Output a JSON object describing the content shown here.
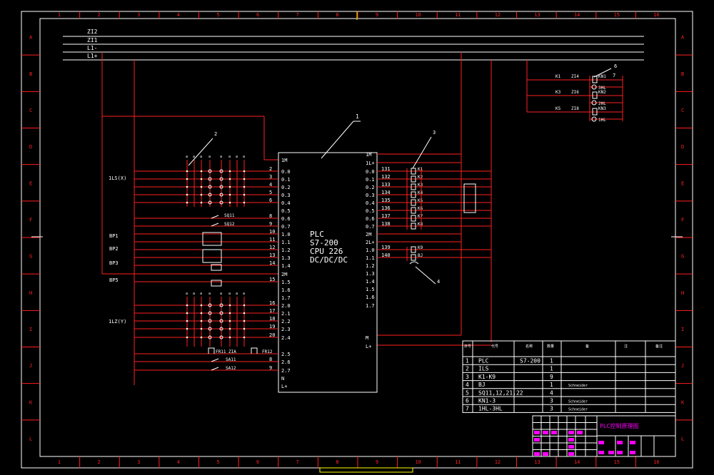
{
  "colors": {
    "background": "#000000",
    "frame": "#ffffff",
    "wire": "#ff2020",
    "tick": "#ff2020",
    "magenta": "#ff00ff",
    "yellow": "#ffff00"
  },
  "frame": {
    "columns": [
      "1",
      "2",
      "3",
      "4",
      "5",
      "6",
      "7",
      "8",
      "9",
      "10",
      "11",
      "12",
      "13",
      "14",
      "15",
      "16"
    ],
    "rows": [
      "A",
      "B",
      "C",
      "D",
      "E",
      "F",
      "G",
      "H",
      "I",
      "J",
      "K",
      "L"
    ]
  },
  "buses": [
    "ZI2",
    "ZI1",
    "L1-",
    "L1+"
  ],
  "plc": {
    "ref": "1",
    "label_lines": [
      "PLC",
      "S7-200",
      "CPU 226",
      "DC/DC/DC"
    ]
  },
  "refs": {
    "r2": "2",
    "r3": "3",
    "r4": "4",
    "r6": "6",
    "r7": "7"
  },
  "inputs_left": {
    "pins": [
      "1M",
      "0.0",
      "0.1",
      "0.2",
      "0.3",
      "0.4",
      "0.5",
      "0.6",
      "0.7",
      "1.0",
      "1.1",
      "1.2",
      "1.3",
      "1.4",
      "2M",
      "1.5",
      "1.6",
      "1.7",
      "2.0",
      "2.1",
      "2.2",
      "2.3",
      "2.4",
      "2.5",
      "2.6",
      "2.7",
      "N",
      "L+"
    ],
    "terminals": [
      "2",
      "3",
      "4",
      "5",
      "6",
      "8",
      "9",
      "10",
      "11",
      "12",
      "13",
      "14",
      "15",
      "16",
      "17",
      "18",
      "19",
      "20",
      "8",
      "9"
    ],
    "labels": [
      "1LS(X)",
      "SQ11",
      "SQ12",
      "BP1",
      "BP2",
      "BP3",
      "BP5",
      "1LZ(Y)",
      "FR11 ZIA",
      "FR12",
      "SA11",
      "SA12"
    ]
  },
  "outputs_right": {
    "pins": [
      "1M",
      "1L+",
      "0.0",
      "0.1",
      "0.2",
      "0.3",
      "0.4",
      "0.5",
      "0.6",
      "0.7",
      "2M",
      "2L+",
      "1.0",
      "1.1",
      "1.2",
      "1.3",
      "1.4",
      "1.5",
      "1.6",
      "1.7",
      "M",
      "L+"
    ],
    "wires": [
      "131",
      "132",
      "133",
      "134",
      "135",
      "136",
      "137",
      "138",
      "139",
      "140"
    ],
    "coils": [
      "K1",
      "K2",
      "K3",
      "K4",
      "K5",
      "K6",
      "K7",
      "K8",
      "K9",
      "BJ"
    ]
  },
  "top_right": {
    "contacts": [
      "K1",
      "K3",
      "K5"
    ],
    "wires": [
      "ZI4",
      "ZI6",
      "ZI8"
    ],
    "coils": [
      "KN1",
      "3HL",
      "KN2",
      "2HL",
      "KN3",
      "1HL"
    ]
  },
  "bom": {
    "headers": [
      "序号",
      "代号",
      "名称",
      "数量",
      "备",
      "注",
      "备注"
    ],
    "rows": [
      {
        "no": "1",
        "code": "PLC",
        "name": "S7-200",
        "qty": "1",
        "note": ""
      },
      {
        "no": "2",
        "code": "ILS",
        "name": "",
        "qty": "1",
        "note": ""
      },
      {
        "no": "3",
        "code": "K1-K9",
        "name": "",
        "qty": "9",
        "note": ""
      },
      {
        "no": "4",
        "code": "BJ",
        "name": "",
        "qty": "1",
        "note": "Schneider"
      },
      {
        "no": "5",
        "code": "SQ11,12,21,22",
        "name": "",
        "qty": "4",
        "note": ""
      },
      {
        "no": "6",
        "code": "KN1-3",
        "name": "",
        "qty": "3",
        "note": "Schneider"
      },
      {
        "no": "7",
        "code": "1HL-3HL",
        "name": "",
        "qty": "3",
        "note": "Schneider"
      }
    ]
  },
  "title_block": {
    "title": "PLC控制原理图"
  }
}
